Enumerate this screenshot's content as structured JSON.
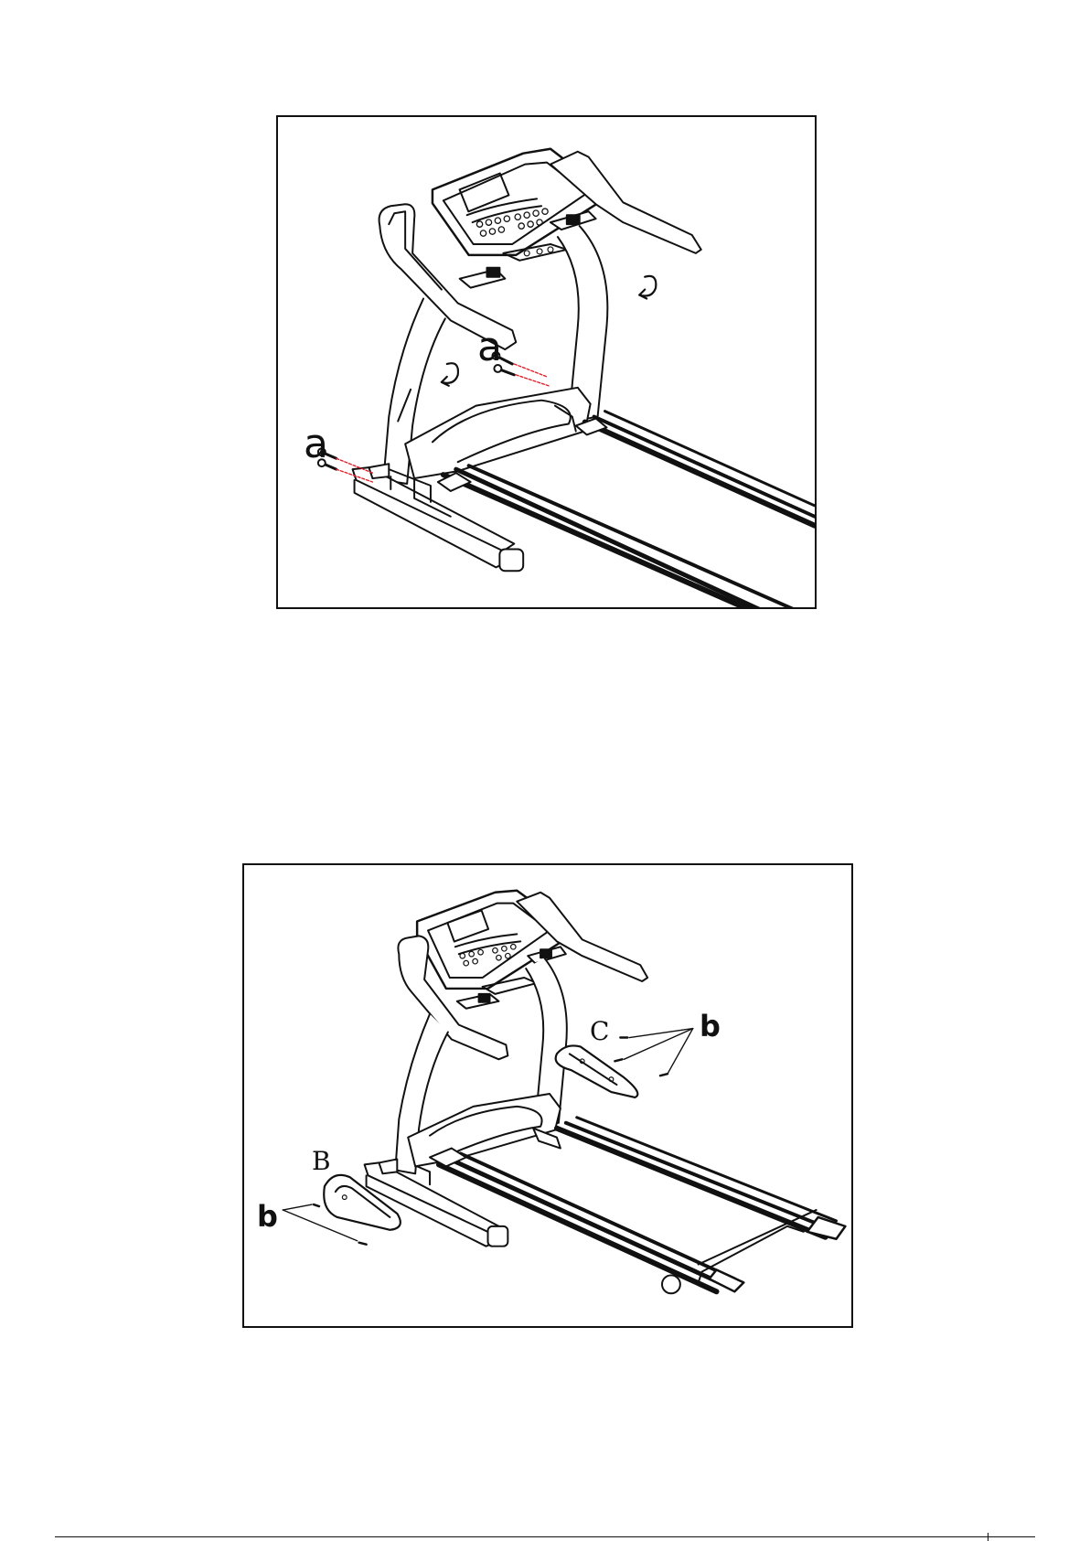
{
  "figures": [
    {
      "labels": {
        "screw_upper": "a",
        "screw_lower": "a"
      }
    },
    {
      "labels": {
        "cover_left": "B",
        "cover_right": "C",
        "screws_left": "b",
        "screws_right": "b"
      }
    }
  ],
  "colors": {
    "line": "#111111",
    "highlight": "#e0202a",
    "background": "#ffffff"
  }
}
